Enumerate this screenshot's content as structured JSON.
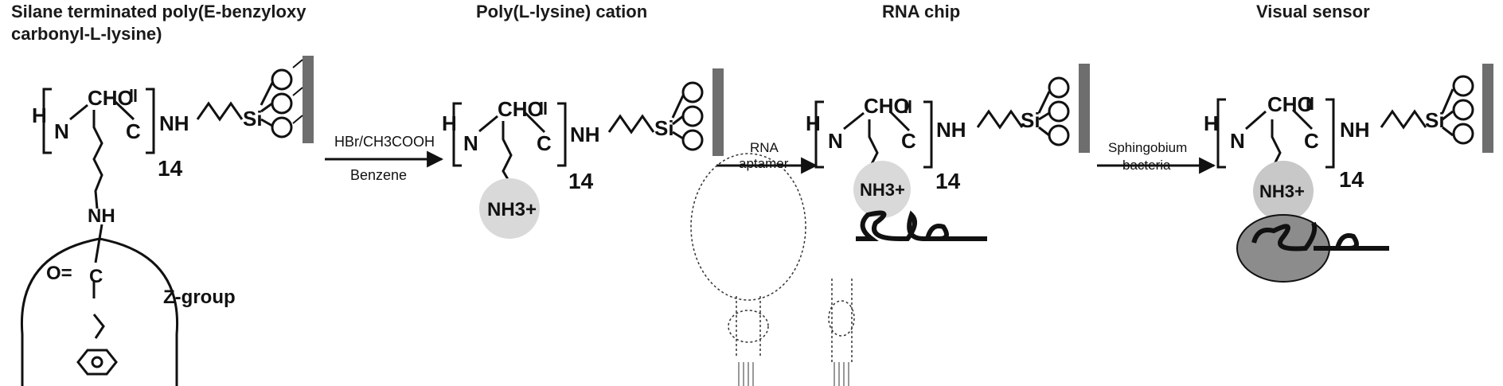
{
  "titles": {
    "stage1_line1": "Silane terminated poly(E-benzyloxy",
    "stage1_line2": "carbonyl-L-lysine)",
    "stage2": "Poly(L-lysine) cation",
    "stage3": "RNA chip",
    "stage4": "Visual sensor"
  },
  "arrows": {
    "a1_top": "HBr/CH3COOH",
    "a1_bottom": "Benzene",
    "a2_top": "RNA",
    "a2_bottom": "aptamer",
    "a3_top": "Sphingobium",
    "a3_bottom": "bacteria"
  },
  "chem": {
    "h": "H",
    "n": "N",
    "cho": "CHO",
    "c": "C",
    "nh": "NH",
    "si": "Si",
    "repeat": "14",
    "nh3": "NH3+",
    "o_eq": "O=",
    "zgroup": "Z-group"
  },
  "colors": {
    "cation_circle": "#d9d9d9",
    "bacteria_outer": "#c8c8c8",
    "bacteria_inner": "#8c8c8c",
    "surface": "#6e6e6e"
  }
}
